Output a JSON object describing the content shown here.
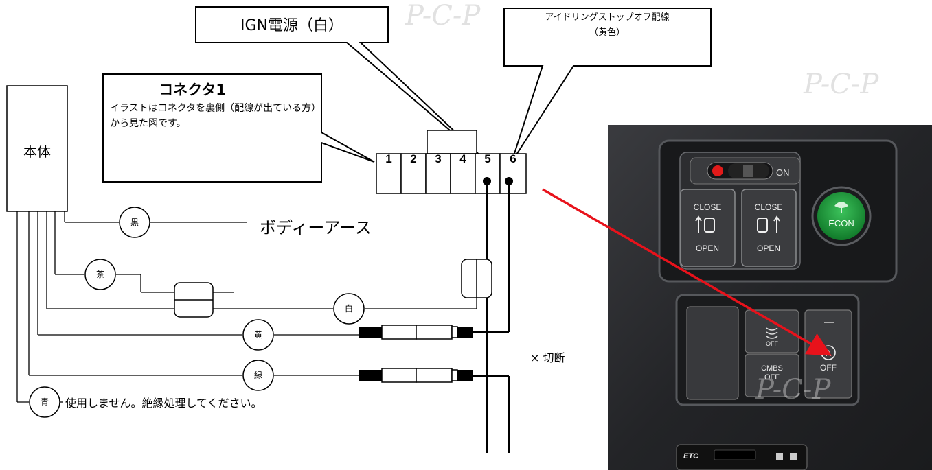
{
  "callouts": {
    "ign": "IGN電源（白）",
    "idle_line1": "アイドリングストップオフ配線",
    "idle_line2": "（黄色）",
    "connector_title": "コネクタ1",
    "connector_desc": "イラストはコネクタを裏側（配線が出ている方）から見た図です。"
  },
  "unit_label": "本体",
  "pins": [
    "1",
    "2",
    "3",
    "4",
    "5",
    "6"
  ],
  "wires": {
    "black": "黒",
    "brown": "茶",
    "white": "白",
    "yellow": "黄",
    "green": "緑",
    "blue": "青"
  },
  "labels": {
    "ground": "ボディーアース",
    "cut": "× 切断",
    "unused": "使用しません。絶縁処理してください。"
  },
  "photo": {
    "on": "ON",
    "close_left": "CLOSE",
    "open_left": "OPEN",
    "close_right": "CLOSE",
    "open_right": "OPEN",
    "econ": "ECON",
    "off_small": "OFF",
    "cmbs": "CMBS",
    "cmbs_off": "OFF",
    "a_letter": "A",
    "a_off": "OFF",
    "etc": "ETC"
  },
  "watermark": "P-C-P",
  "colors": {
    "arrow": "#e8121b",
    "econ_green": "#1f9a3a",
    "on_red": "#e11a1a"
  }
}
